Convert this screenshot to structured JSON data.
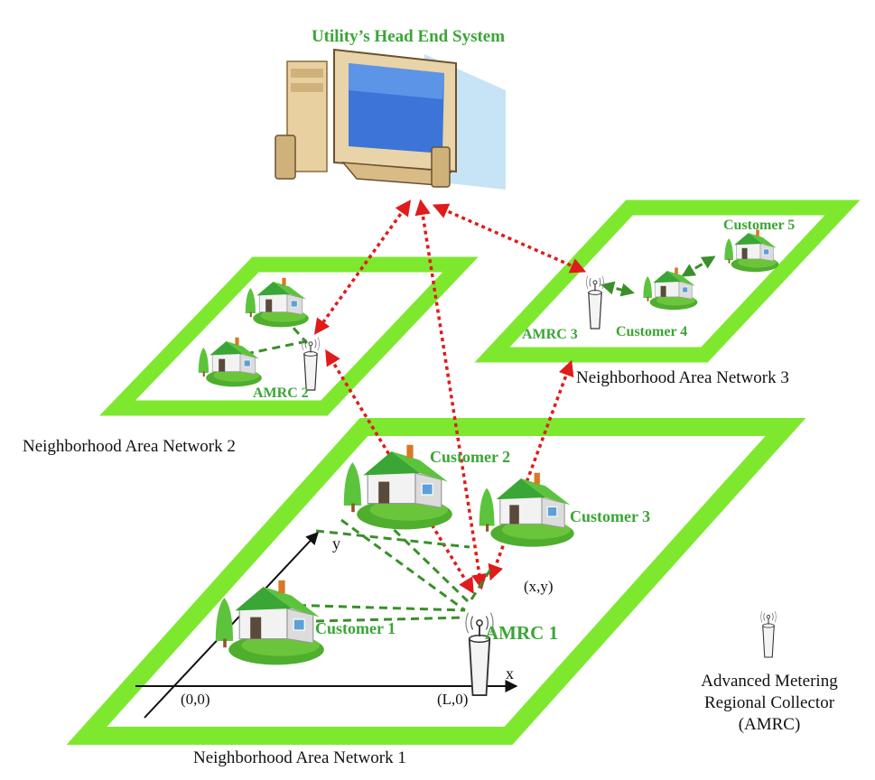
{
  "title": "Utility’s Head End System",
  "networks": {
    "nan1": "Neighborhood Area Network 1",
    "nan2": "Neighborhood Area Network 2",
    "nan3": "Neighborhood Area Network 3"
  },
  "collectors": {
    "amrc1": "AMRC 1",
    "amrc2": "AMRC 2",
    "amrc3": "AMRC 3"
  },
  "customers": {
    "c1": "Customer 1",
    "c2": "Customer 2",
    "c3": "Customer 3",
    "c4": "Customer 4",
    "c5": "Customer 5"
  },
  "axes": {
    "x": "x",
    "y": "y",
    "origin": "(0,0)",
    "l_point": "(L,0)",
    "xy_point": "(x,y)"
  },
  "legend": {
    "line1": "Advanced Metering",
    "line2": "Regional Collector",
    "line3": "(AMRC)"
  },
  "colors": {
    "frame_green": "#7ee82f",
    "label_green": "#3aa635",
    "link_red": "#e01b1b",
    "link_green": "#3a8f2a"
  }
}
